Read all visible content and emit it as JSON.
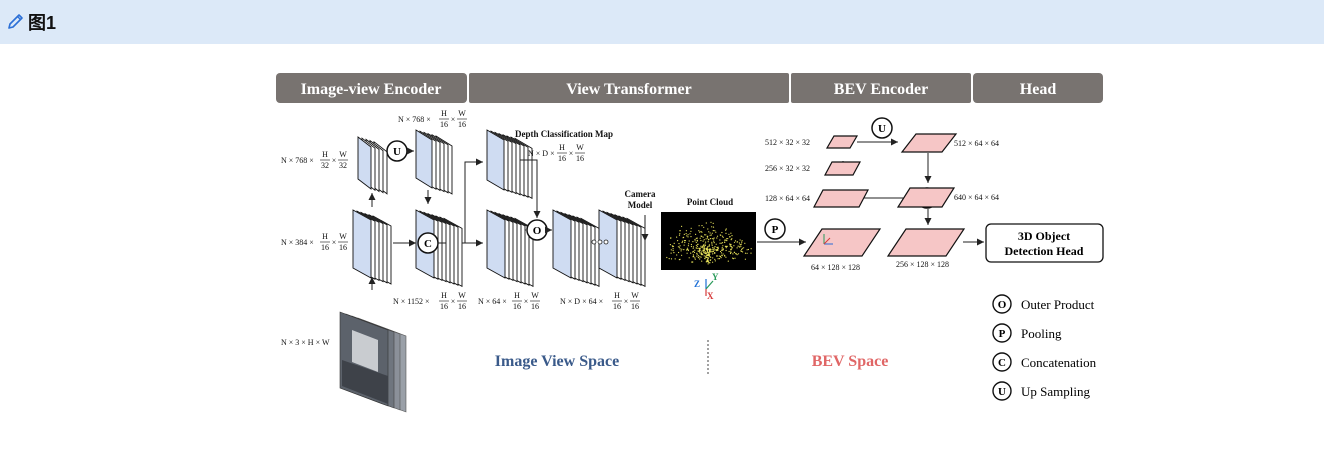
{
  "header": {
    "title": "图1"
  },
  "stages": [
    "Image-view Encoder",
    "View Transformer",
    "BEV Encoder",
    "Head"
  ],
  "labels": {
    "n768_32": "N × 768 ×",
    "n768_16": "N × 768 ×",
    "n384_16": "N × 384 ×",
    "n1152_16": "N × 1152 ×",
    "n64_16": "N × 64 ×",
    "nd64_16": "N × D × 64 ×",
    "nd_16": "N × D ×",
    "input": "N × 3 × H × W",
    "frac_H": "H",
    "frac_W": "W",
    "den_32": "32",
    "den_16": "16",
    "times": "×",
    "depth_map": "Depth Classification Map",
    "camera_model_1": "Camera",
    "camera_model_2": "Model",
    "point_cloud": "Point Cloud",
    "axis_z": "Z",
    "axis_y": "Y",
    "axis_x": "X",
    "bev_512_32": "512 × 32 × 32",
    "bev_256_32": "256 × 32 × 32",
    "bev_128_64": "128 × 64 × 64",
    "bev_64_128": "64 × 128 × 128",
    "bev_512_64": "512 × 64 × 64",
    "bev_640_64": "640 × 64 × 64",
    "bev_256_128": "256 × 128 × 128",
    "head_line1": "3D Object",
    "head_line2": "Detection Head",
    "image_view_space": "Image View Space",
    "bev_space": "BEV Space"
  },
  "operators": {
    "outer_product": {
      "symbol": "O",
      "label": "Outer Product"
    },
    "pooling": {
      "symbol": "P",
      "label": "Pooling"
    },
    "concatenation": {
      "symbol": "C",
      "label": "Concatenation"
    },
    "up_sampling": {
      "symbol": "U",
      "label": "Up Sampling"
    }
  },
  "colors": {
    "stage_header": "#787370",
    "bev_plane": "#f6c6c6",
    "image_view_text": "#3a5a8a",
    "bev_text": "#e06666",
    "feature_face": "#cfdcf2",
    "topbar": "#dce9f8"
  }
}
